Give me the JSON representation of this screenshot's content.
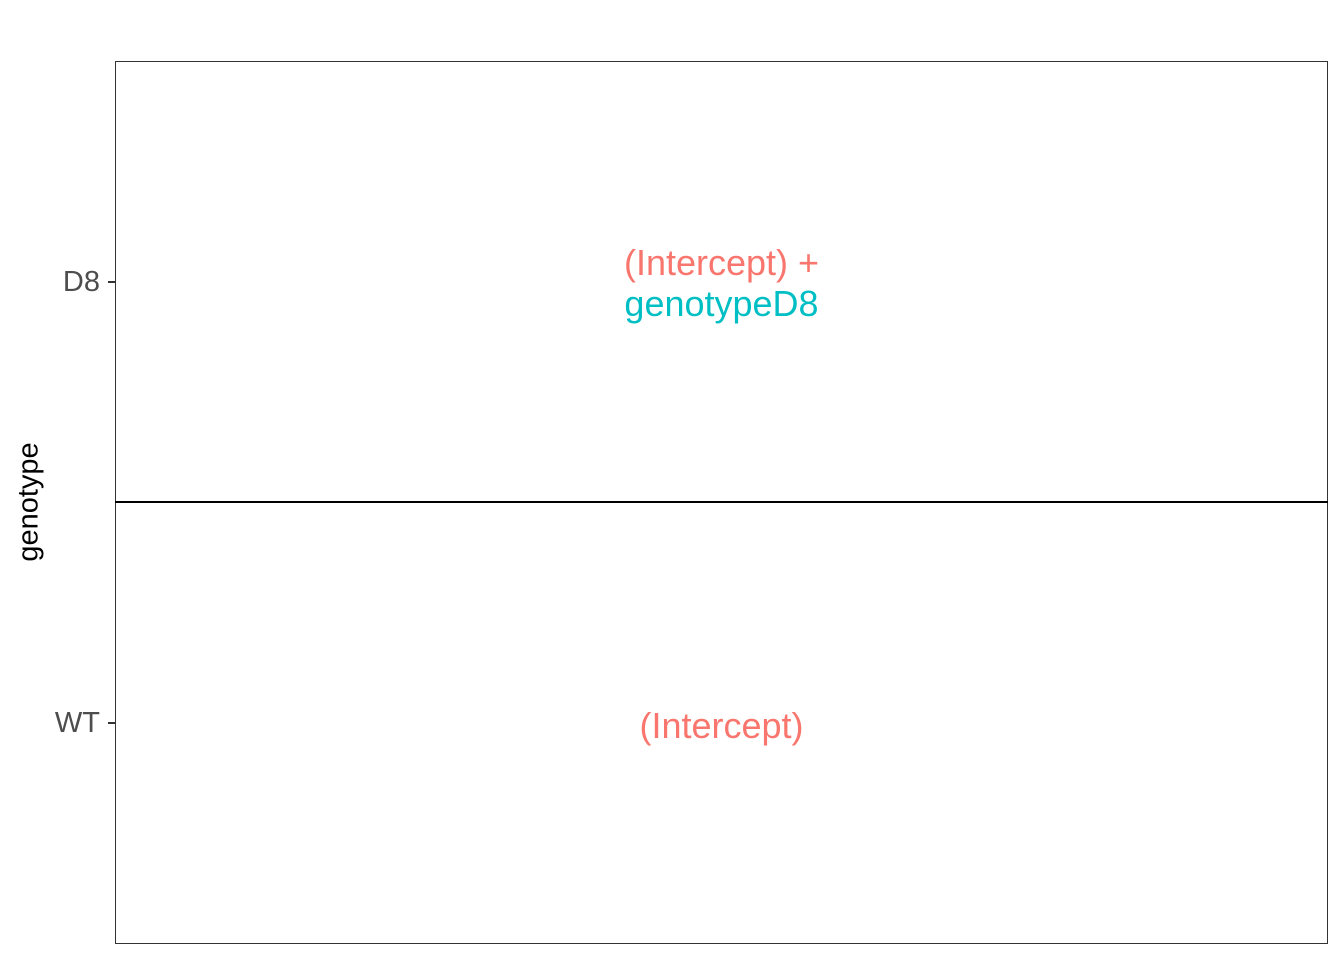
{
  "chart_data": {
    "type": "table",
    "title": "",
    "xlabel": "",
    "ylabel": "genotype",
    "y_categories": [
      "WT",
      "D8"
    ],
    "cells": [
      {
        "genotype": "D8",
        "lines": [
          {
            "text": "(Intercept) +",
            "color": "#F8766D"
          },
          {
            "text": "genotypeD8",
            "color": "#00BFC4"
          }
        ]
      },
      {
        "genotype": "WT",
        "lines": [
          {
            "text": "(Intercept)",
            "color": "#F8766D"
          }
        ]
      }
    ]
  }
}
